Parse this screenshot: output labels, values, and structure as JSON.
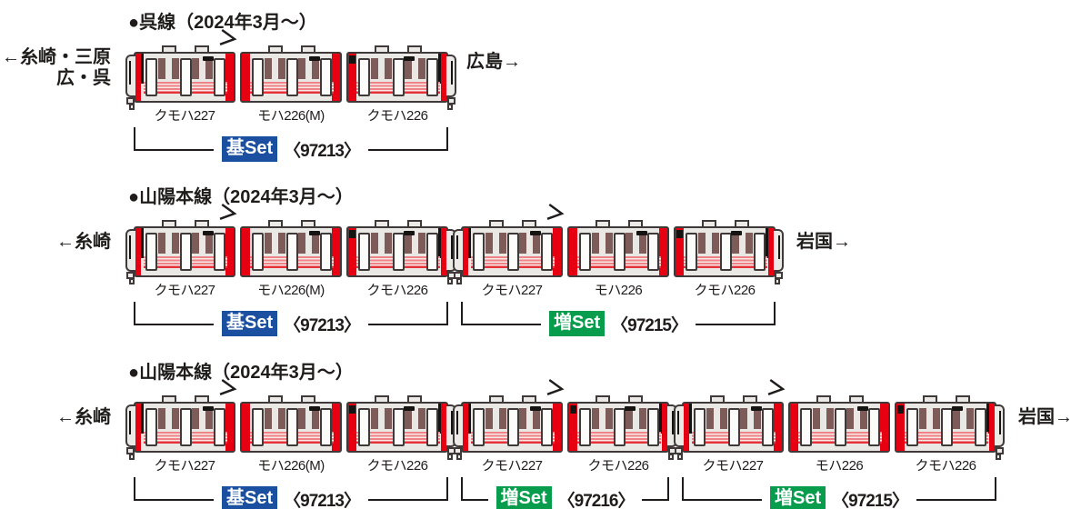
{
  "colors": {
    "red": "#e60012",
    "outline": "#3f3a39",
    "body_fill": "#eae8e4",
    "cab_fill": "#eceae7",
    "window": "#7d5b58",
    "door_fill": "#fcfcfb",
    "stripe_light": "#ee8287",
    "stripe_dark": "#e63339",
    "stripe_bg": "#f8eae7",
    "sign": "#161413",
    "line": "#1f1c1b",
    "text": "#1f1c1b"
  },
  "badge_colors": {
    "blue": "#1a509f",
    "green": "#089d4c"
  },
  "rows": [
    {
      "title": "●呉線（2024年3月～）",
      "left_label_lines": [
        "←糸崎・三原",
        "広・呉"
      ],
      "right_label": "広島→",
      "sets": [
        {
          "badge": "基Set",
          "badge_color": "blue",
          "number": "〈97213〉",
          "cars": [
            {
              "label": "クモハ227",
              "type": "cab_left",
              "arrow": true
            },
            {
              "label": "モハ226(M)",
              "type": "middle"
            },
            {
              "label": "クモハ226",
              "type": "cab_right"
            }
          ]
        }
      ]
    },
    {
      "title": "●山陽本線（2024年3月～）",
      "left_label_lines": [
        "←糸崎"
      ],
      "right_label": "岩国→",
      "sets": [
        {
          "badge": "基Set",
          "badge_color": "blue",
          "number": "〈97213〉",
          "cars": [
            {
              "label": "クモハ227",
              "type": "cab_left",
              "arrow": true
            },
            {
              "label": "モハ226(M)",
              "type": "middle"
            },
            {
              "label": "クモハ226",
              "type": "cab_right"
            }
          ]
        },
        {
          "badge": "増Set",
          "badge_color": "green",
          "number": "〈97215〉",
          "cars": [
            {
              "label": "クモハ227",
              "type": "cab_left",
              "arrow": true
            },
            {
              "label": "モハ226",
              "type": "middle"
            },
            {
              "label": "クモハ226",
              "type": "cab_right"
            }
          ]
        }
      ]
    },
    {
      "title": "●山陽本線（2024年3月～）",
      "left_label_lines": [
        "←糸崎"
      ],
      "right_label": "岩国→",
      "sets": [
        {
          "badge": "基Set",
          "badge_color": "blue",
          "number": "〈97213〉",
          "cars": [
            {
              "label": "クモハ227",
              "type": "cab_left",
              "arrow": true
            },
            {
              "label": "モハ226(M)",
              "type": "middle"
            },
            {
              "label": "クモハ226",
              "type": "cab_right"
            }
          ]
        },
        {
          "badge": "増Set",
          "badge_color": "green",
          "number": "〈97216〉",
          "cars": [
            {
              "label": "クモハ227",
              "type": "cab_left",
              "arrow": true
            },
            {
              "label": "クモハ226",
              "type": "cab_right"
            }
          ]
        },
        {
          "badge": "増Set",
          "badge_color": "green",
          "number": "〈97215〉",
          "cars": [
            {
              "label": "クモハ227",
              "type": "cab_left",
              "arrow": true
            },
            {
              "label": "モハ226",
              "type": "middle"
            },
            {
              "label": "クモハ226",
              "type": "cab_right"
            }
          ]
        }
      ]
    }
  ]
}
